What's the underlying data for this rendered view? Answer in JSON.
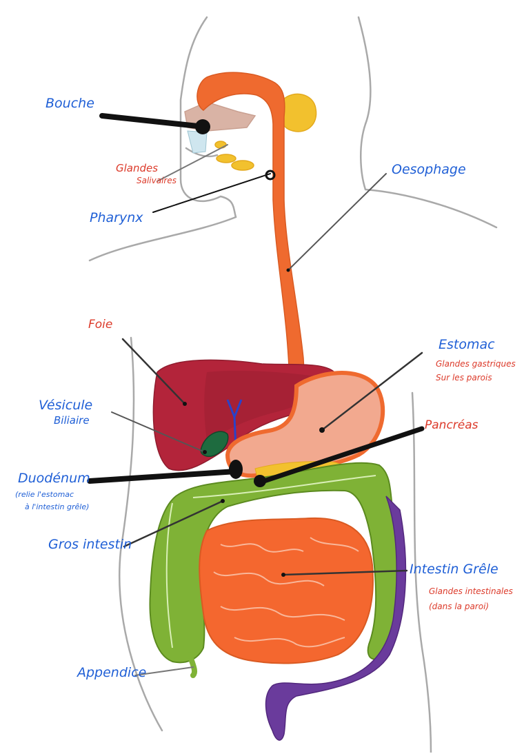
{
  "labels": {
    "bouche": "Bouche",
    "glandes_1": "Glandes",
    "glandes_2": "Salivaires",
    "pharynx": "Pharynx",
    "oesophage": "Oesophage",
    "foie": "Foie",
    "estomac": "Estomac",
    "estomac_sub_1": "Glandes gastriques",
    "estomac_sub_2": "Sur les parois",
    "vesicule_1": "Vésicule",
    "vesicule_2": "Biliaire",
    "pancreas": "Pancréas",
    "duodenum": "Duodénum",
    "duodenum_sub_1": "(relie l'estomac",
    "duodenum_sub_2": "à l'intestin grêle)",
    "gros_intestin": "Gros intestin",
    "intestin_grele": "Intestin Grêle",
    "intestin_sub_1": "Glandes intestinales",
    "intestin_sub_2": "(dans la paroi)",
    "appendice": "Appendice"
  },
  "colors": {
    "blue_label": "#1f5fd6",
    "red_label": "#dc3a2a",
    "esophagus": "#ef6a2f",
    "liver": "#b3243a",
    "stomach": "#f2a98f",
    "large_intestine": "#7fb236",
    "small_intestine": "#f4672f",
    "rectum": "#6a3b9c",
    "gallbladder": "#1e6b3f",
    "salivary": "#f2c12e"
  }
}
